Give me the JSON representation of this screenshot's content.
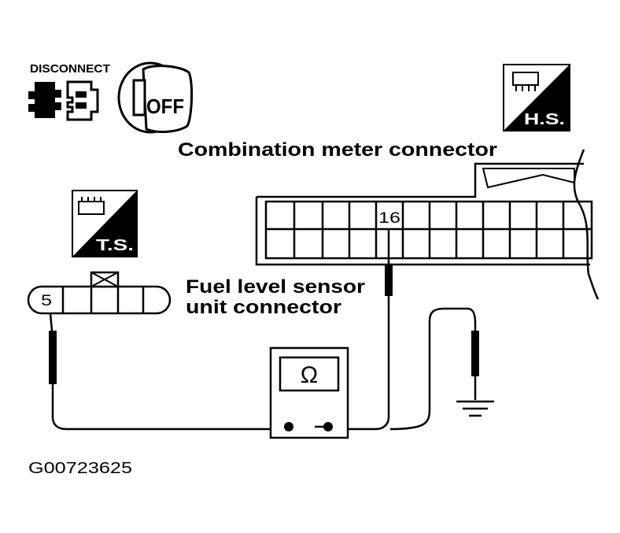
{
  "disconnect_icon": {
    "label": "DISCONNECT",
    "key_label": "OFF",
    "icons": [
      "connector-icon",
      "ignition-key-icon"
    ]
  },
  "hs_badge": {
    "label": "H.S.",
    "icon": "harness-side-connector-icon"
  },
  "ts_badge": {
    "label": "T.S.",
    "icon": "terminal-side-connector-icon"
  },
  "combination_meter": {
    "title": "Combination meter connector",
    "terminal": "16"
  },
  "fuel_sensor": {
    "title_line1": "Fuel level sensor",
    "title_line2": "unit connector",
    "terminal": "5"
  },
  "ohmmeter": {
    "symbol": "Ω",
    "icon": "ohmmeter-icon"
  },
  "ground": {
    "icon": "ground-symbol-icon"
  },
  "figure_id": "G00723625",
  "colors": {
    "ink": "#000000",
    "paper": "#ffffff"
  }
}
